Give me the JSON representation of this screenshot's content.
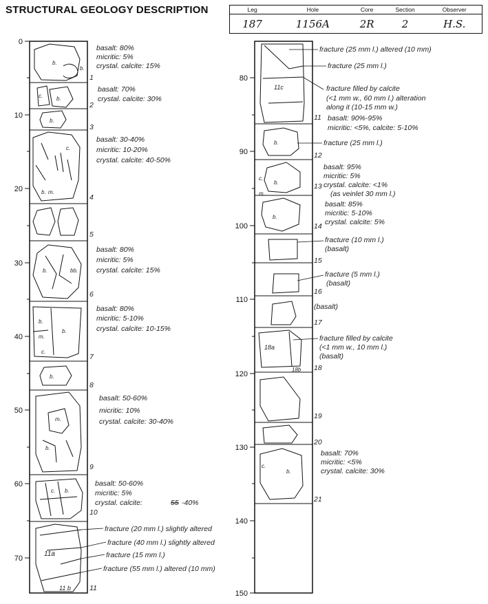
{
  "title": "STRUCTURAL GEOLOGY DESCRIPTION",
  "header": {
    "columns": [
      "Leg",
      "Hole",
      "Core",
      "Section",
      "Observer"
    ],
    "values": [
      "187",
      "1156A",
      "2R",
      "2",
      "H.S."
    ]
  },
  "scale": {
    "left": [
      "0",
      "10",
      "20",
      "30",
      "40",
      "50",
      "60",
      "70"
    ],
    "right": [
      "80",
      "90",
      "100",
      "110",
      "120",
      "130",
      "140",
      "150"
    ]
  },
  "pieces": [
    "1",
    "2",
    "3",
    "4",
    "5",
    "6",
    "7",
    "8",
    "9",
    "10",
    "11",
    "12",
    "13",
    "14",
    "15",
    "16",
    "17",
    "18",
    "19",
    "20",
    "21"
  ],
  "piece_labels": {
    "b": "b.",
    "c": "c.",
    "m": "m.",
    "bb": "bb.",
    "p11a": "11a",
    "p11b": "11 b",
    "p11c": "11c",
    "p18a": "18a",
    "p18b": "18b"
  },
  "notes_left": {
    "p1": [
      "basalt: 80%",
      "micritic: 5%",
      "crystal. calcite: 15%"
    ],
    "p2": [
      "basalt: 70%",
      "crystal. calcite: 30%"
    ],
    "p4": [
      "basalt: 30-40%",
      "micritic: 10-20%",
      "crystal. calcite: 40-50%"
    ],
    "p6": [
      "basalt: 80%",
      "micritic: 5%",
      "crystal. calcite: 15%"
    ],
    "p7": [
      "basalt: 80%",
      "micritic: 5-10%",
      "crystal. calcite: 10-15%"
    ],
    "p9": [
      "basalt: 50-60%",
      "micritic: 10%",
      "crystal. calcite: 30-40%"
    ],
    "p10_basalt": "basalt: 50-60%",
    "p10_micritic": "micritic: 5%",
    "p10_calcite": "crystal. calcite:",
    "p10_struck": "55",
    "p10_calcite_end": "-40%",
    "p11": [
      "fracture (20 mm l.) slightly altered",
      "fracture (40 mm l.) slightly altered",
      "fracture (15 mm l.)",
      "fracture (55 mm l.) altered (10 mm)"
    ]
  },
  "notes_right": {
    "p11_fr1": "fracture (25 mm l.) altered (10 mm)",
    "p11_fr2": "fracture (25 mm l.)",
    "p11_fill": [
      "fracture filled by calcite",
      "(<1 mm w., 60 mm l.) alteration",
      "along it (10-15 mm w.)"
    ],
    "p11_comp": [
      "basalt: 90%-95%",
      "micritic: <5%, calcite: 5-10%"
    ],
    "p12": "fracture (25 mm l.)",
    "p13": [
      "basalt: 95%",
      "micritic: 5%",
      "crystal. calcite: <1%",
      "(as veinlet 30 mm l.)"
    ],
    "p14": [
      "basalt: 85%",
      "micritic: 5-10%",
      "crystal. calcite: 5%"
    ],
    "p15": [
      "fracture (10 mm l.)",
      "(basalt)"
    ],
    "p16": [
      "fracture (5 mm l.)",
      "(basalt)"
    ],
    "p17": "(basalt)",
    "p18": [
      "fracture filled by calcite",
      "(<1 mm w., 10 mm l.)",
      "(basalt)"
    ],
    "p21": [
      "basalt: 70%",
      "micritic: <5%",
      "crystal. calcite: 30%"
    ]
  }
}
